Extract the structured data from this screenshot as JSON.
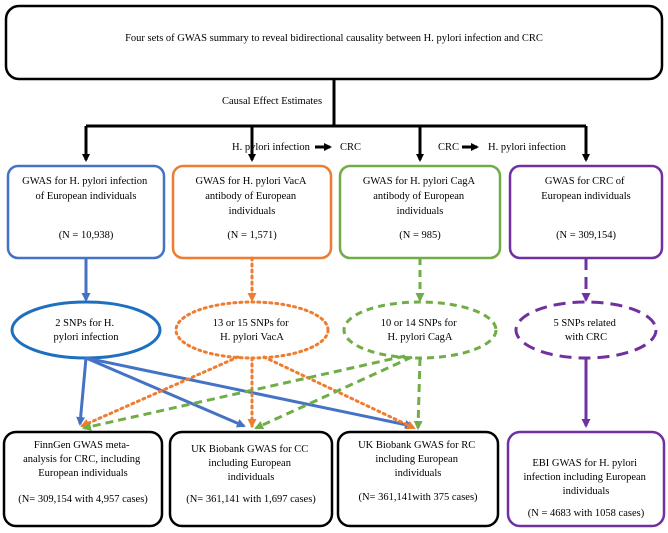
{
  "top_box": {
    "text": "Four sets of GWAS summary to reveal bidirectional causality between H. pylori infection and CRC"
  },
  "causal_label": "Causal Effect Estimates",
  "direction_labels": {
    "forward_source": "H. pylori infection",
    "forward_target": "CRC",
    "reverse_source": "CRC",
    "reverse_target": "H. pylori infection"
  },
  "exposure_boxes": [
    {
      "lines": [
        "GWAS for H. pylori infection",
        "of European individuals"
      ],
      "n": "(N = 10,938)",
      "color": "#4472c4"
    },
    {
      "lines": [
        "GWAS for H. pylori VacA",
        "antibody of European",
        "individuals"
      ],
      "n": "(N = 1,571)",
      "color": "#ed7d31"
    },
    {
      "lines": [
        "GWAS for H. pylori CagA",
        "antibody of European",
        "individuals"
      ],
      "n": "(N = 985)",
      "color": "#70ad47"
    },
    {
      "lines": [
        "GWAS for CRC of",
        "European individuals"
      ],
      "n": "(N = 309,154)",
      "color": "#7030a0"
    }
  ],
  "snp_ovals": [
    {
      "lines": [
        "2 SNPs for H.",
        "pylori infection"
      ],
      "color": "#1f6fbf",
      "style": "solid"
    },
    {
      "lines": [
        "13 or 15 SNPs for",
        "H. pylori VacA"
      ],
      "color": "#ed7d31",
      "style": "dotted"
    },
    {
      "lines": [
        "10 or 14 SNPs for",
        "H. pylori CagA"
      ],
      "color": "#70ad47",
      "style": "dashed"
    },
    {
      "lines": [
        "5 SNPs related",
        "with CRC"
      ],
      "color": "#7030a0",
      "style": "longdash"
    }
  ],
  "outcome_boxes": [
    {
      "lines": [
        "FinnGen GWAS meta-",
        "analysis for CRC, including",
        "European individuals"
      ],
      "n": "(N= 309,154 with 4,957 cases)",
      "color": "#000000"
    },
    {
      "lines": [
        "UK Biobank GWAS for CC",
        "including European",
        "individuals"
      ],
      "n": "(N= 361,141 with 1,697 cases)",
      "color": "#000000"
    },
    {
      "lines": [
        "UK Biobank GWAS for RC",
        "including European",
        "individuals"
      ],
      "n": "(N= 361,141with 375 cases)",
      "color": "#000000"
    },
    {
      "lines": [
        "EBI GWAS for H. pylori",
        "infection including European",
        "individuals"
      ],
      "n": "(N = 4683 with 1058 cases)",
      "color": "#7030a0"
    }
  ]
}
